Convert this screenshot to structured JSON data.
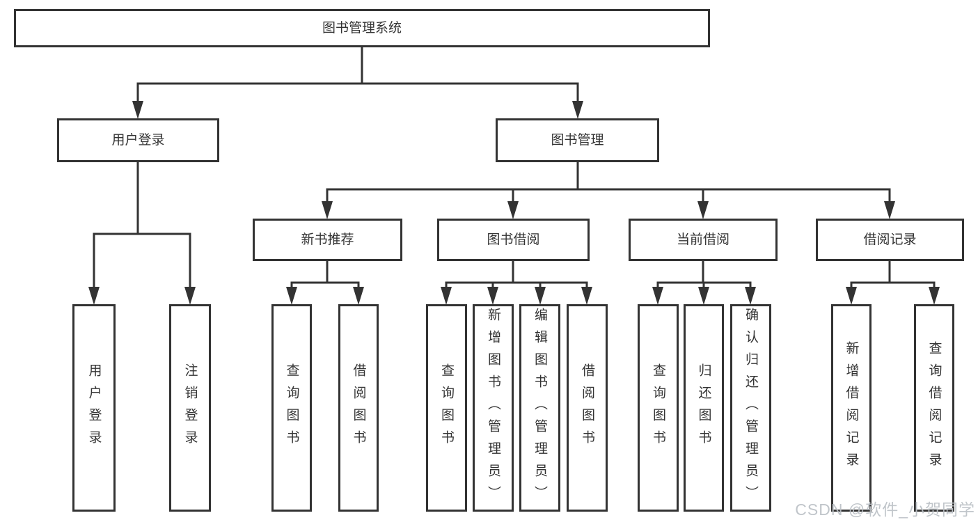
{
  "nodes": {
    "root": "图书管理系统",
    "user_login": "用户登录",
    "book_mgmt": "图书管理",
    "new_book_rec": "新书推荐",
    "book_borrow": "图书借阅",
    "current_borrow": "当前借阅",
    "borrow_records": "借阅记录",
    "leaf_user_login": "用户登录",
    "leaf_logout": "注销登录",
    "leaf_query_book_1": "查询图书",
    "leaf_borrow_book_1": "借阅图书",
    "leaf_query_book_2": "查询图书",
    "leaf_add_book_admin": "新增图书（管理员）",
    "leaf_edit_book_admin": "编辑图书（管理员）",
    "leaf_borrow_book_2": "借阅图书",
    "leaf_query_book_3": "查询图书",
    "leaf_return_book": "归还图书",
    "leaf_confirm_return_admin": "确认归还（管理员）",
    "leaf_add_borrow_record": "新增借阅记录",
    "leaf_query_borrow_record": "查询借阅记录"
  },
  "structure": {
    "root": [
      "user_login",
      "book_mgmt"
    ],
    "user_login": [
      "leaf_user_login",
      "leaf_logout"
    ],
    "book_mgmt": [
      "new_book_rec",
      "book_borrow",
      "current_borrow",
      "borrow_records"
    ],
    "new_book_rec": [
      "leaf_query_book_1",
      "leaf_borrow_book_1"
    ],
    "book_borrow": [
      "leaf_query_book_2",
      "leaf_add_book_admin",
      "leaf_edit_book_admin",
      "leaf_borrow_book_2"
    ],
    "current_borrow": [
      "leaf_query_book_3",
      "leaf_return_book",
      "leaf_confirm_return_admin"
    ],
    "borrow_records": [
      "leaf_add_borrow_record",
      "leaf_query_borrow_record"
    ]
  },
  "watermark": "CSDN @软件_小贺同学",
  "colors": {
    "line": "#333333",
    "box_border": "#333333",
    "text": "#333333",
    "watermark": "#bbc0c6",
    "background": "#ffffff"
  }
}
